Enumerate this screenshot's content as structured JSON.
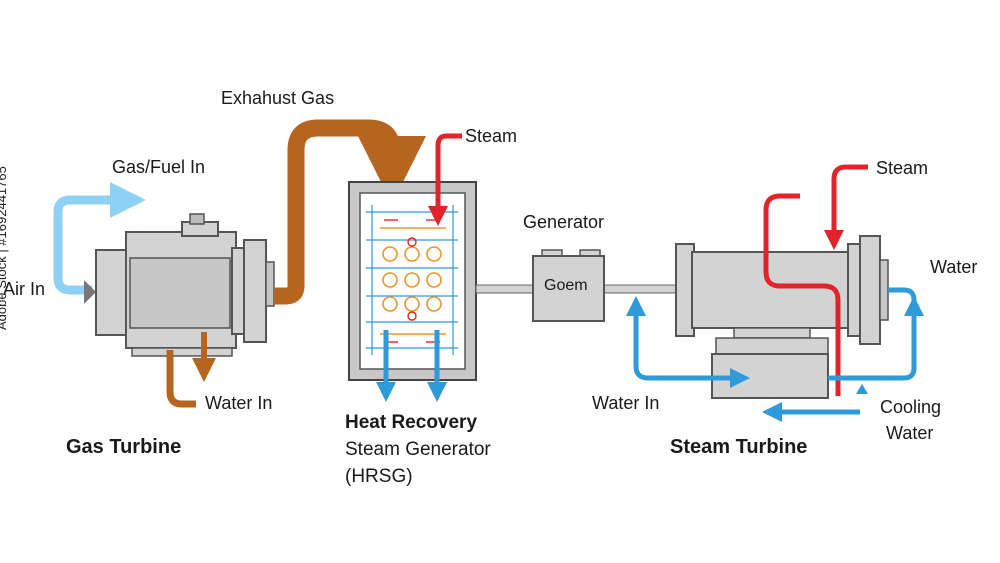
{
  "labels": {
    "exhaust_gas": "Exhahust Gas",
    "gas_fuel_in": "Gas/Fuel In",
    "air_in": "Air In",
    "water_in_gas": "Water In",
    "gas_turbine": "Gas Turbine",
    "steam_hrsg": "Steam",
    "hrsg_line1": "Heat Recovery",
    "hrsg_line2": "Steam Generator",
    "hrsg_line3": "(HRSG)",
    "generator": "Generator",
    "generator_box": "Goem",
    "steam_turbine_steam": "Steam",
    "water_right": "Water",
    "water_in_steam": "Water In",
    "cooling_line1": "Cooling",
    "cooling_line2": "Water",
    "steam_turbine": "Steam Turbine"
  },
  "watermark_side": "Adobe Stock | #1692441765",
  "colors": {
    "exhaust": "#b5651d",
    "steam": "#e0242a",
    "water": "#2e9ad9",
    "air": "#8fd0f5",
    "machine": "#d3d3d3",
    "machine_stroke": "#555555",
    "coil": "#e8962e"
  }
}
